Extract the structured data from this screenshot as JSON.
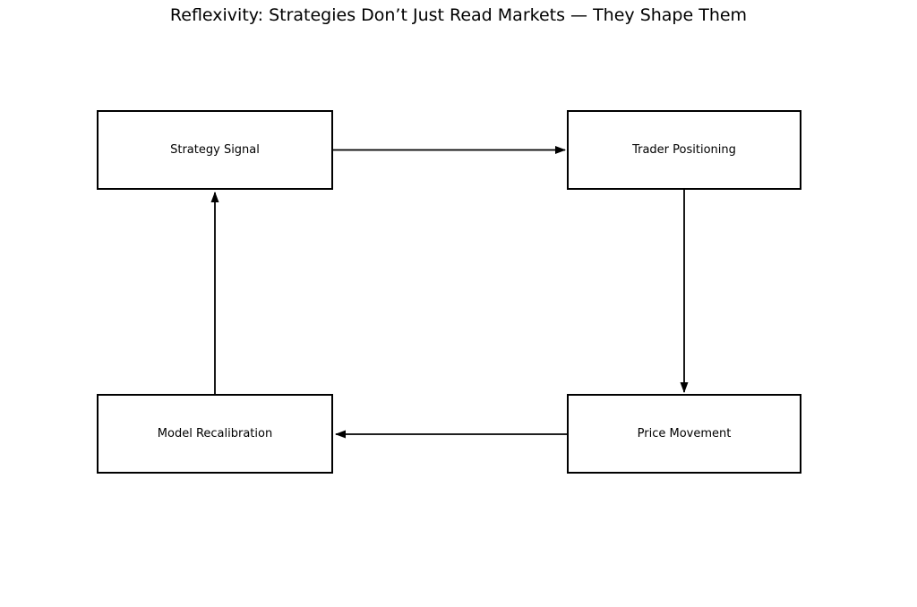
{
  "title": "Reflexivity: Strategies Don’t Just Read Markets — They Shape Them",
  "nodes": {
    "strategy_signal": "Strategy Signal",
    "trader_positioning": "Trader Positioning",
    "model_recalibration": "Model Recalibration",
    "price_movement": "Price Movement"
  },
  "edges": [
    {
      "from": "Strategy Signal",
      "to": "Trader Positioning",
      "direction": "right"
    },
    {
      "from": "Trader Positioning",
      "to": "Price Movement",
      "direction": "down"
    },
    {
      "from": "Price Movement",
      "to": "Model Recalibration",
      "direction": "left"
    },
    {
      "from": "Model Recalibration",
      "to": "Strategy Signal",
      "direction": "up"
    }
  ],
  "colors": {
    "background": "#ffffff",
    "box_fill": "#ffffff",
    "box_border": "#000000",
    "text": "#000000",
    "arrow": "#000000"
  }
}
